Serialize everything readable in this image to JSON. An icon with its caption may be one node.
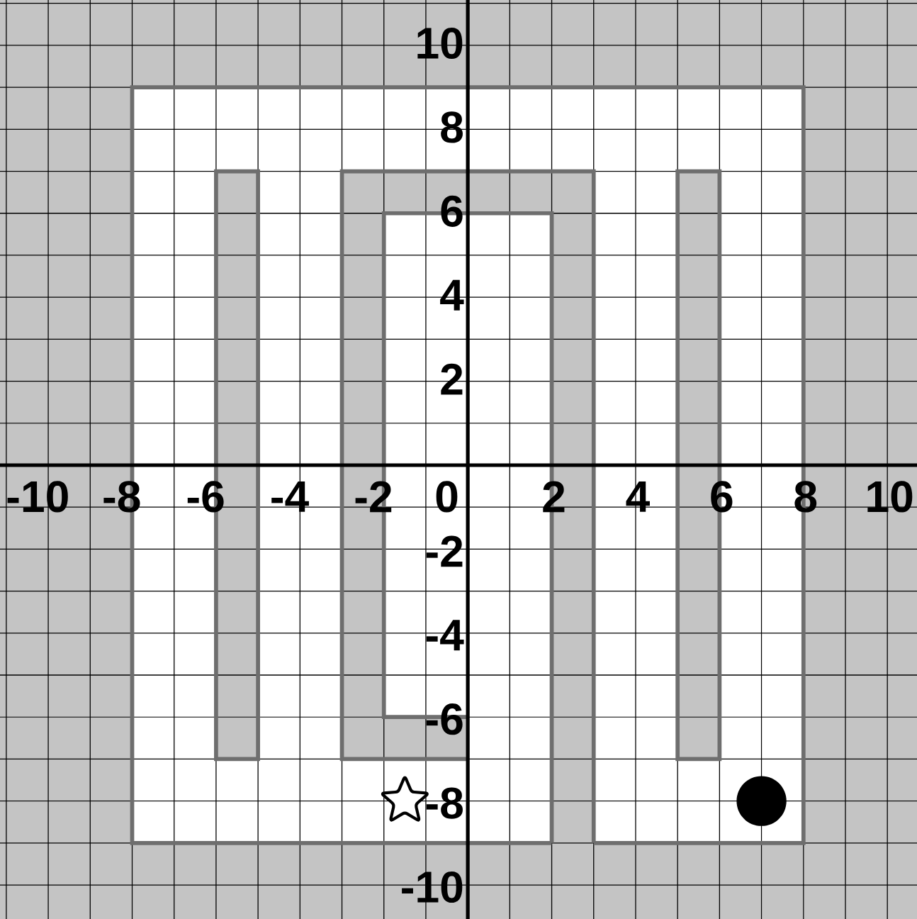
{
  "diagram": {
    "nodes": [
      {
        "text": [],
        "shape": "star"
      },
      {
        "text": [],
        "shape": "circle"
      }
    ],
    "labels": [
      "10",
      "8",
      "6",
      "4",
      "2",
      "-10",
      "-8",
      "-6",
      "-4",
      "-2",
      "0",
      "2",
      "4",
      "6",
      "8",
      "10",
      "-2",
      "-4",
      "-6",
      "-8",
      "-10"
    ]
  }
}
